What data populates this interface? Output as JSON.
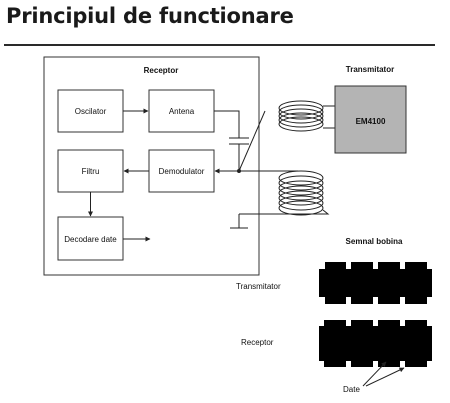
{
  "header": {
    "title": "Principiul de functionare"
  },
  "receptor": {
    "title": "Receptor",
    "oscillator": "Oscilator",
    "antenna": "Antena",
    "filter": "Filtru",
    "demodulator": "Demodulator",
    "decoder": "Decodare date"
  },
  "transmitter": {
    "title": "Transmitator",
    "chip": "EM4100"
  },
  "signal": {
    "title": "Semnal bobina",
    "transmitter_label": "Transmitator",
    "receiver_label": "Receptor",
    "data_label": "Date"
  },
  "colors": {
    "chip_fill": "#b4b4b4",
    "line": "#222222",
    "waveform": "#000000"
  }
}
